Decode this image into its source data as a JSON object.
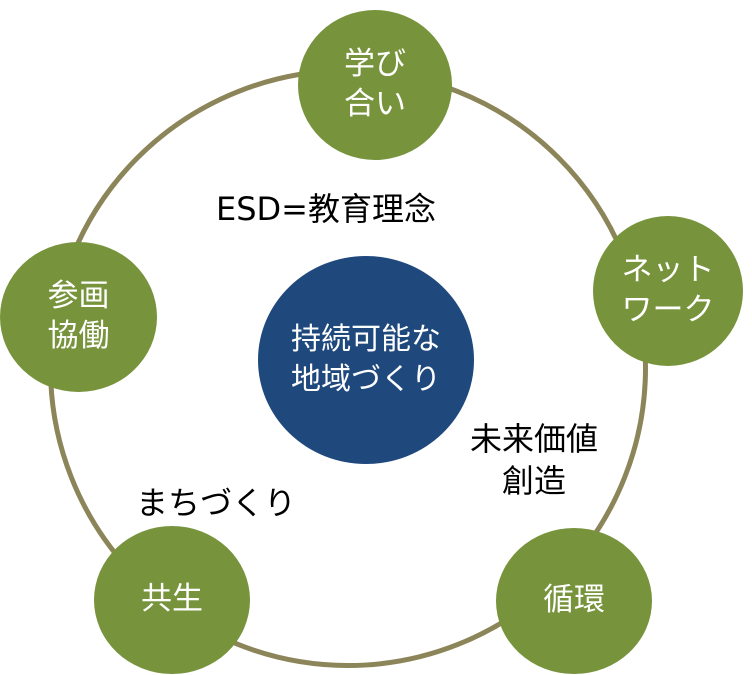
{
  "diagram": {
    "center": {
      "line1": "持続可能な",
      "line2": "地域づくり"
    },
    "nodes": {
      "top": {
        "line1": "学び",
        "line2": "合い"
      },
      "left": {
        "line1": "参画",
        "line2": "協働"
      },
      "right": {
        "line1": "ネット",
        "line2": "ワーク"
      },
      "bottom_left": {
        "line1": "共生"
      },
      "bottom_right": {
        "line1": "循環"
      }
    },
    "labels": {
      "esd": "ESD=教育理念",
      "value_line1": "未来価値",
      "value_line2": "創造",
      "town": "まちづくり"
    },
    "colors": {
      "ring": "#8b8559",
      "node": "#77933c",
      "center": "#1f497d"
    }
  }
}
